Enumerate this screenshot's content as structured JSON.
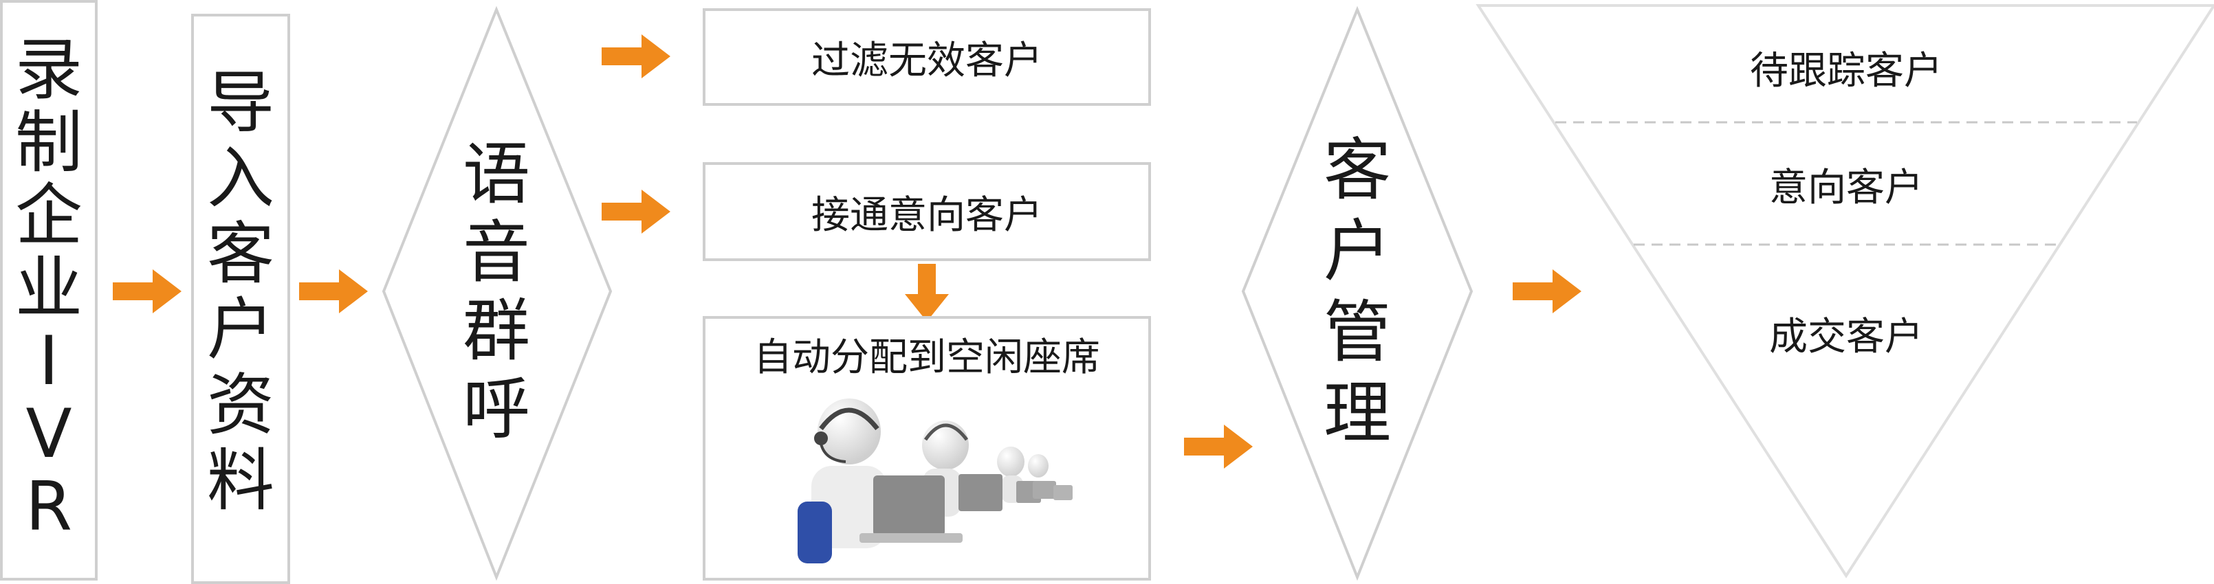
{
  "nodes": {
    "record_ivr": "录制企业IVR",
    "import_data": "导入客户资料",
    "voice_call": "语音群呼",
    "filter_invalid": "过滤无效客户",
    "connect_intent": "接通意向客户",
    "auto_assign": "自动分配到空闲座席",
    "customer_mgmt": "客户管理"
  },
  "funnel": {
    "levels": [
      "待跟踪客户",
      "意向客户",
      "成交客户"
    ]
  },
  "colors": {
    "arrow": "#f08a1c",
    "border": "#cfcfcf",
    "text": "#1a1a1a"
  }
}
